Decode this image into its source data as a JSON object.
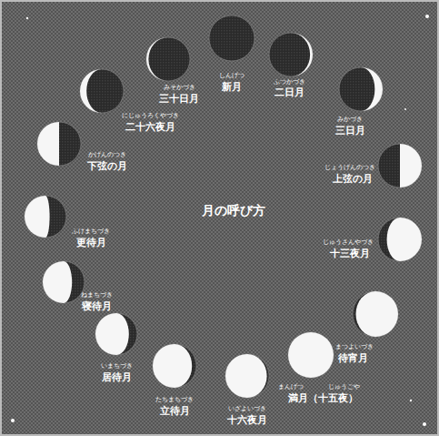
{
  "diagram": {
    "title": "月の呼び方",
    "nodes": [
      {
        "text": [
          "しんげつ",
          "新月"
        ]
      },
      {
        "text": [
          "ふつかづき",
          "二日月"
        ]
      },
      {
        "text": [
          "みかづき",
          "三日月"
        ]
      },
      {
        "text": [
          "じょうげんのつき",
          "上弦の月"
        ]
      },
      {
        "text": [
          "じゅうさんやづき",
          "十三夜月"
        ]
      },
      {
        "text": [
          "まつよいづき",
          "待宵月"
        ]
      },
      {
        "text": [
          "まんげつ",
          "じゅうごや",
          "満月（十五夜）"
        ]
      },
      {
        "text": [
          "いざよいづき",
          "十六夜月"
        ]
      },
      {
        "text": [
          "たちまちづき",
          "立待月"
        ]
      },
      {
        "text": [
          "いまちづき",
          "居待月"
        ]
      },
      {
        "text": [
          "ねまちづき",
          "寝待月"
        ]
      },
      {
        "text": [
          "ふけまちづき",
          "更待月"
        ]
      },
      {
        "text": [
          "かげんのつき",
          "下弦の月"
        ]
      },
      {
        "text": [
          "にじゅうろくやづき",
          "二十六夜月"
        ]
      },
      {
        "text": [
          "みそかづき",
          "三十日月"
        ]
      }
    ]
  }
}
